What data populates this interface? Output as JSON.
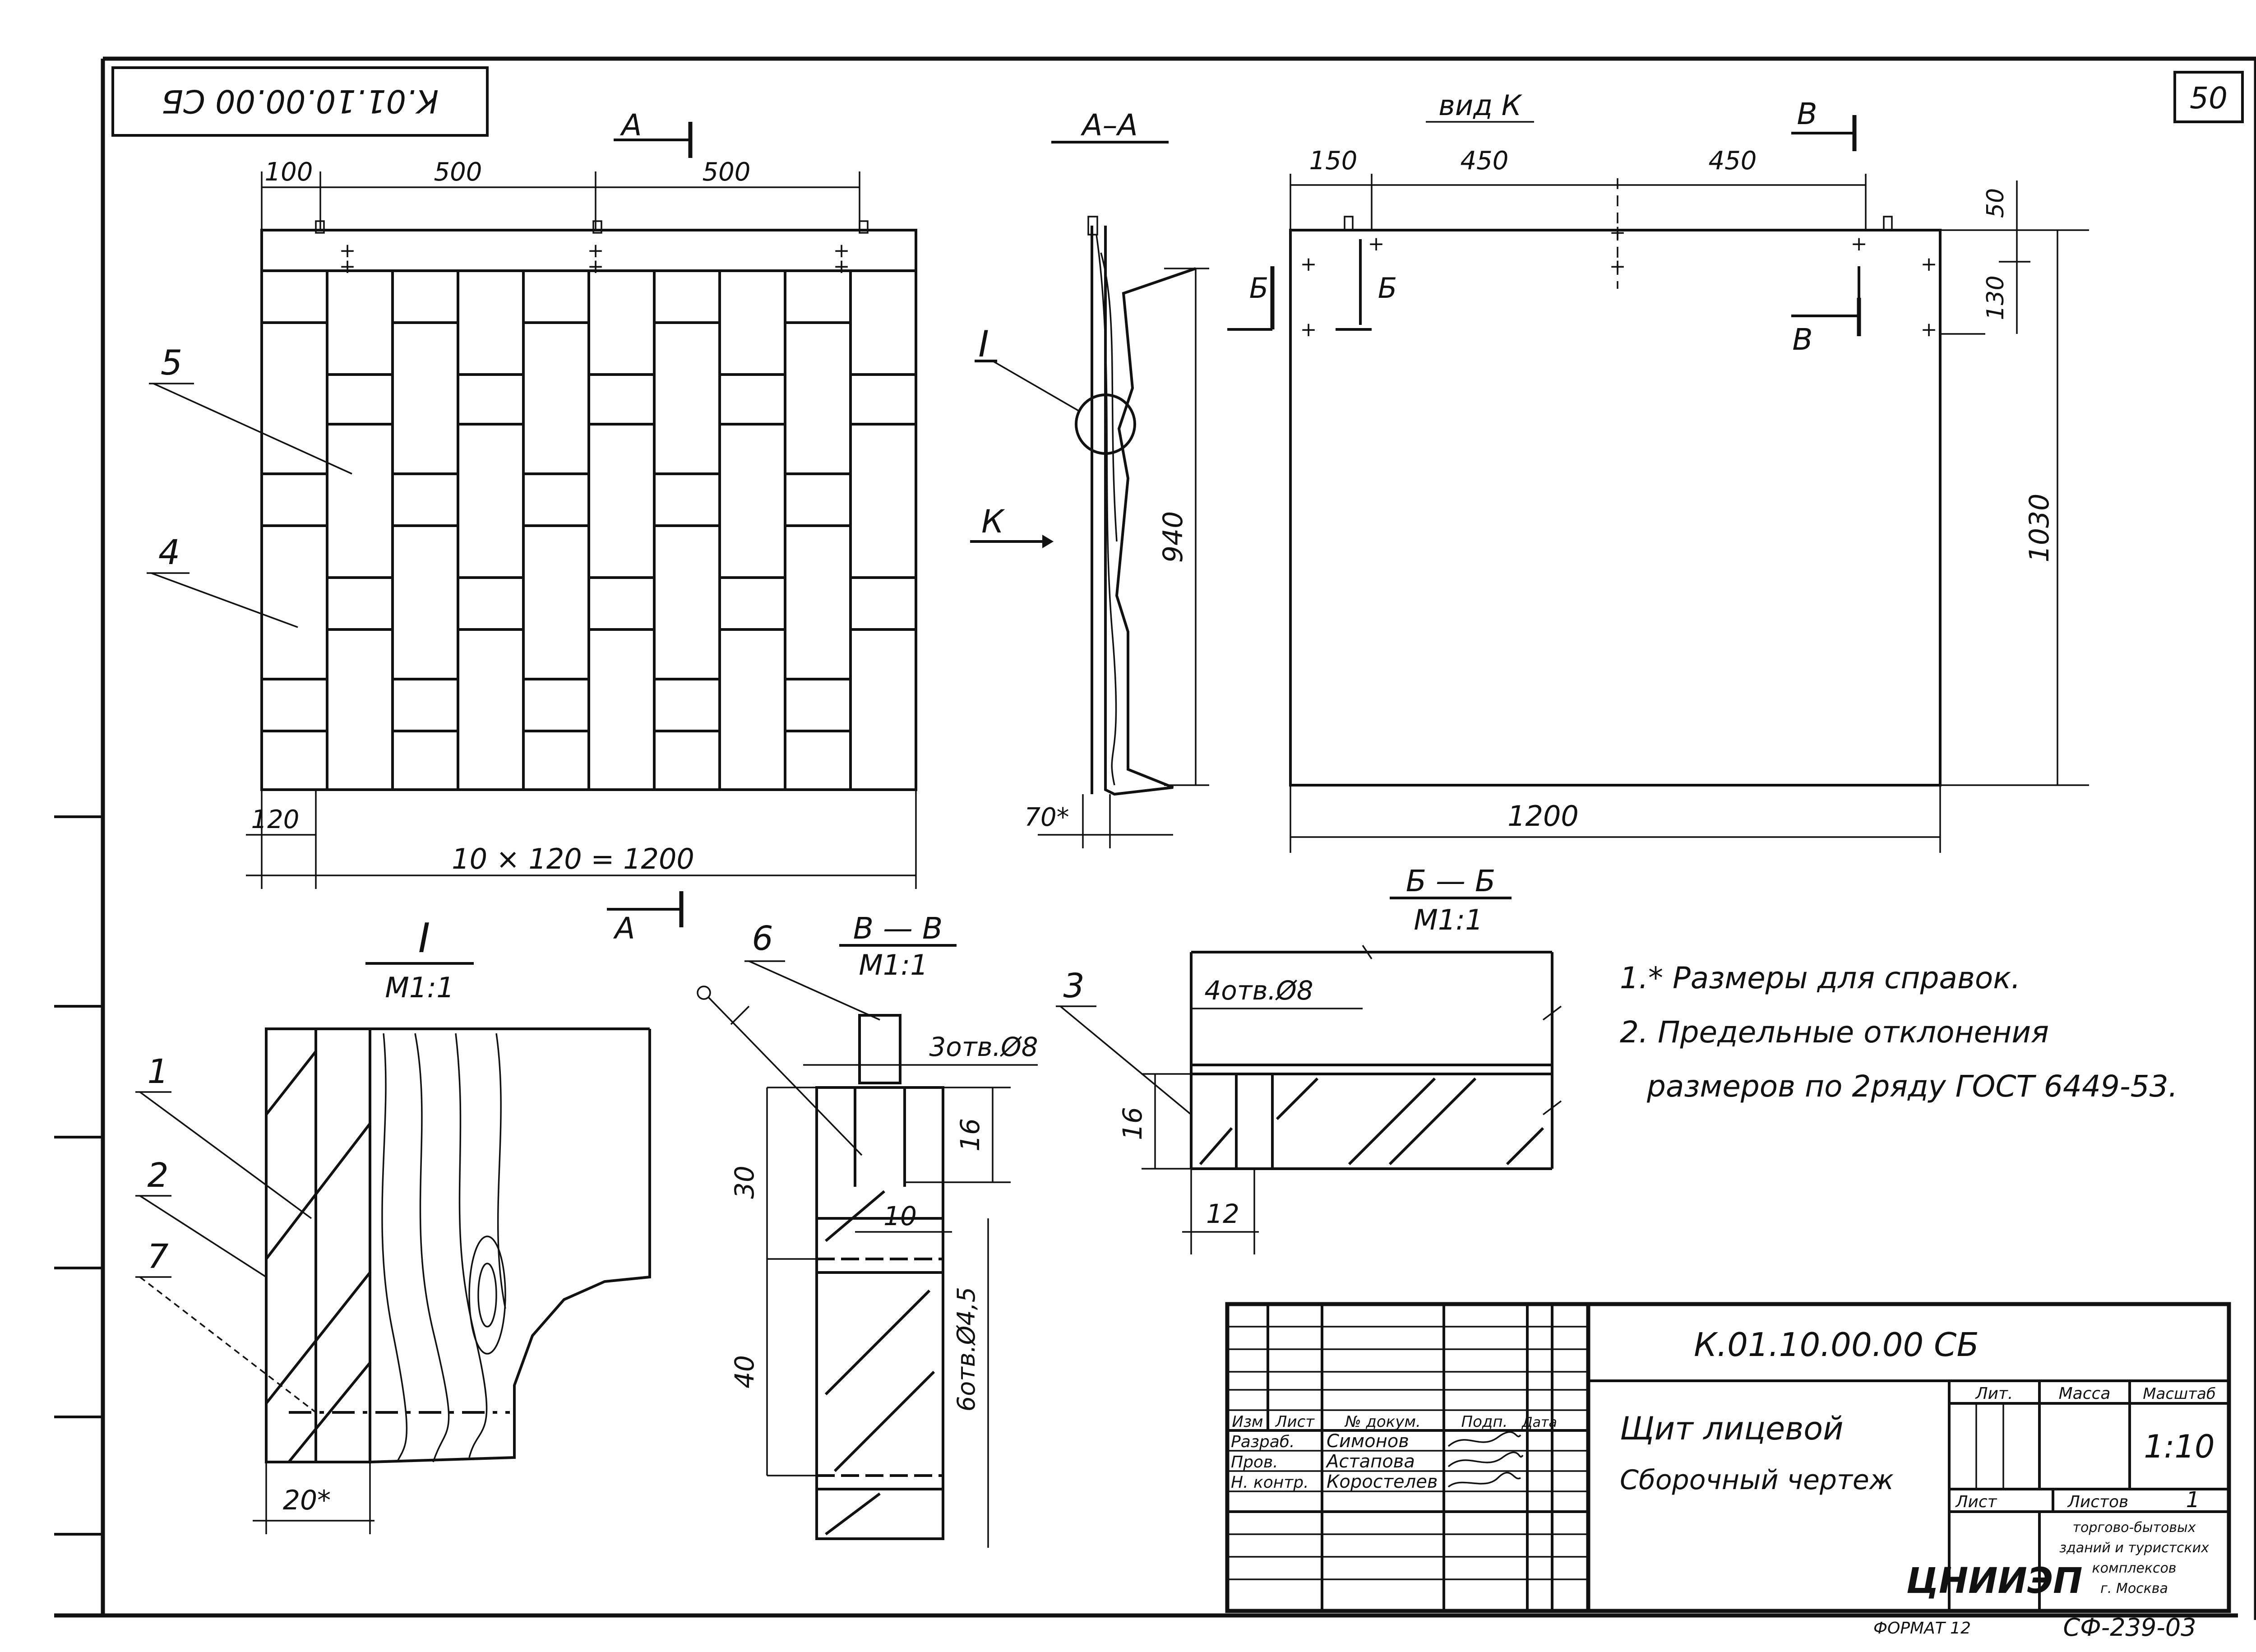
{
  "sheet": {
    "page_number": "50",
    "mirrored_code": "К.01.10.00.00 СБ",
    "format": "ФОРМАТ 12",
    "archive_code": "СФ-239-03"
  },
  "front_view": {
    "section_mark_top": "А",
    "section_mark_bottom": "А",
    "dim_100": "100",
    "dim_500a": "500",
    "dim_500b": "500",
    "dim_120": "120",
    "dim_total": "10 × 120 = 1200",
    "pos_5": "5",
    "pos_4": "4"
  },
  "section_aa": {
    "title": "А–А",
    "detail_mark": "I",
    "view_mark": "К",
    "dim_940": "940",
    "dim_70": "70*"
  },
  "view_k": {
    "title": "вид К",
    "dim_150": "150",
    "dim_450a": "450",
    "dim_450b": "450",
    "dim_50": "50",
    "dim_130": "130",
    "dim_1030": "1030",
    "dim_1200": "1200",
    "cut_b_top": "В",
    "cut_b_bottom": "В",
    "cut_be_1": "Б",
    "cut_be_2": "Б"
  },
  "detail_i": {
    "title": "I",
    "scale": "М1:1",
    "pos_1": "1",
    "pos_2": "2",
    "pos_7": "7",
    "dim_20": "20*"
  },
  "section_vv": {
    "title": "В — В",
    "scale": "М1:1",
    "pos_6": "6",
    "holes_top": "3отв.Ø8",
    "dim_16": "16",
    "dim_30": "30",
    "dim_10": "10",
    "dim_40": "40",
    "holes_side": "6отв.Ø4,5"
  },
  "section_bb": {
    "title": "Б — Б",
    "scale": "М1:1",
    "pos_3": "3",
    "holes": "4отв.Ø8",
    "dim_16": "16",
    "dim_12": "12"
  },
  "notes": [
    "1.* Размеры для справок.",
    "2. Предельные отклонения",
    "размеров по 2ряду ГОСТ 6449-53."
  ],
  "title_block": {
    "code": "К.01.10.00.00 СБ",
    "name_line1": "Щит лицевой",
    "name_line2": "Сборочный чертеж",
    "hdr_izm": "Изм",
    "hdr_list": "Лист",
    "hdr_doc": "№ докум.",
    "hdr_sign": "Подп.",
    "hdr_date": "Дата",
    "role_1": "Разраб.",
    "name_1": "Симонов",
    "role_2": "Пров.",
    "name_2": "Астапова",
    "role_3": "Н. контр.",
    "name_3": "Коростелев",
    "lit": "Лит.",
    "mass": "Масса",
    "scale_hdr": "Масштаб",
    "scale": "1:10",
    "sheet_hdr": "Лист",
    "sheets_hdr": "Листов",
    "sheets": "1",
    "org_logo": "ЦНИИЭП",
    "org_1": "торгово-бытовых",
    "org_2": "зданий и туристских",
    "org_3": "комплексов",
    "org_4": "г. Москва"
  }
}
